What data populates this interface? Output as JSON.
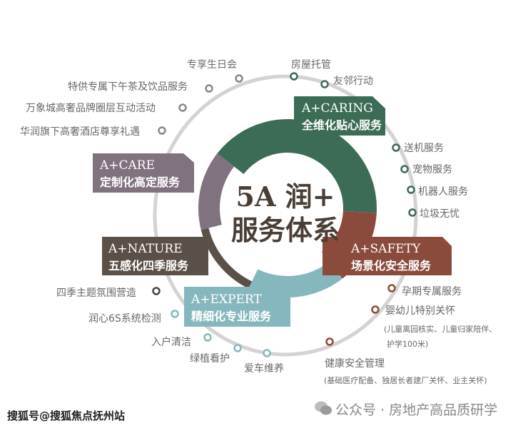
{
  "center": {
    "line1": "5A 润+",
    "line2": "服务体系"
  },
  "segments": [
    {
      "key": "caring",
      "title": "A+CARING",
      "subtitle": "全维化贴心服务",
      "color": "#3c6c56"
    },
    {
      "key": "care",
      "title": "A+CARE",
      "subtitle": "定制化高定服务",
      "color": "#81727f"
    },
    {
      "key": "nature",
      "title": "A+NATURE",
      "subtitle": "五感化四季服务",
      "color": "#5a5047"
    },
    {
      "key": "safety",
      "title": "A+SAFETY",
      "subtitle": "场景化安全服务",
      "color": "#8a4b3c"
    },
    {
      "key": "expert",
      "title": "A+EXPERT",
      "subtitle": "精细化专业服务",
      "color": "#87b7be"
    }
  ],
  "items": {
    "care": [
      "专享生日会",
      "特供专属下午茶及饮品服务",
      "万象城高奢品牌圈层互动活动",
      "华润旗下高奢酒店尊享礼遇"
    ],
    "caring": [
      "房屋托管",
      "友邻行动",
      "送机服务",
      "宠物服务",
      "机器人服务",
      "垃圾无忧"
    ],
    "nature": [
      "四季主题氛围营造"
    ],
    "expert": [
      "润心6S系统检测",
      "入户清洁",
      "绿植看护",
      "爱车维养"
    ],
    "safety": [
      "孕期专属服务",
      "婴幼儿特别关怀",
      "健康安全管理"
    ],
    "safety_notes": [
      "(儿童离园核实、儿童归家陪伴、",
      "护学100米)",
      "(基础医疗配备、独居长者建厂关怀、业主关怀)"
    ]
  },
  "watermarks": {
    "left": "搜狐号@搜狐焦点抚州站",
    "right": "公众号 · 房地产高品质研学"
  }
}
